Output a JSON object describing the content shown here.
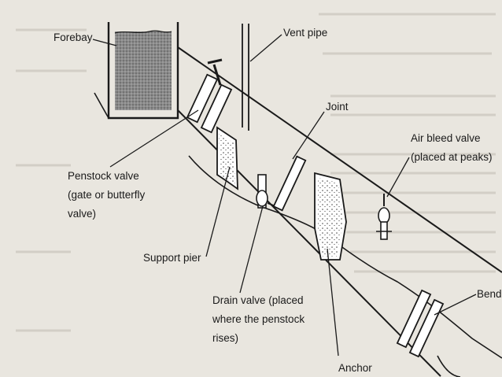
{
  "labels": {
    "forebay": "Forebay",
    "vent_pipe": "Vent pipe",
    "joint": "Joint",
    "air_bleed_1": "Air bleed valve",
    "air_bleed_2": "(placed at peaks)",
    "penstock_valve_1": "Penstock valve",
    "penstock_valve_2": "(gate or butterfly",
    "penstock_valve_3": "valve)",
    "support_pier": "Support pier",
    "drain_valve_1": "Drain valve (placed",
    "drain_valve_2": "where the penstock",
    "drain_valve_3": "rises)",
    "anchor": "Anchor",
    "bend": "Bend"
  },
  "colors": {
    "page": "#ffffff",
    "paper_bg": "#e9e6df",
    "ink": "#1a1a1a",
    "forebay_water": "#8a8a8a"
  }
}
